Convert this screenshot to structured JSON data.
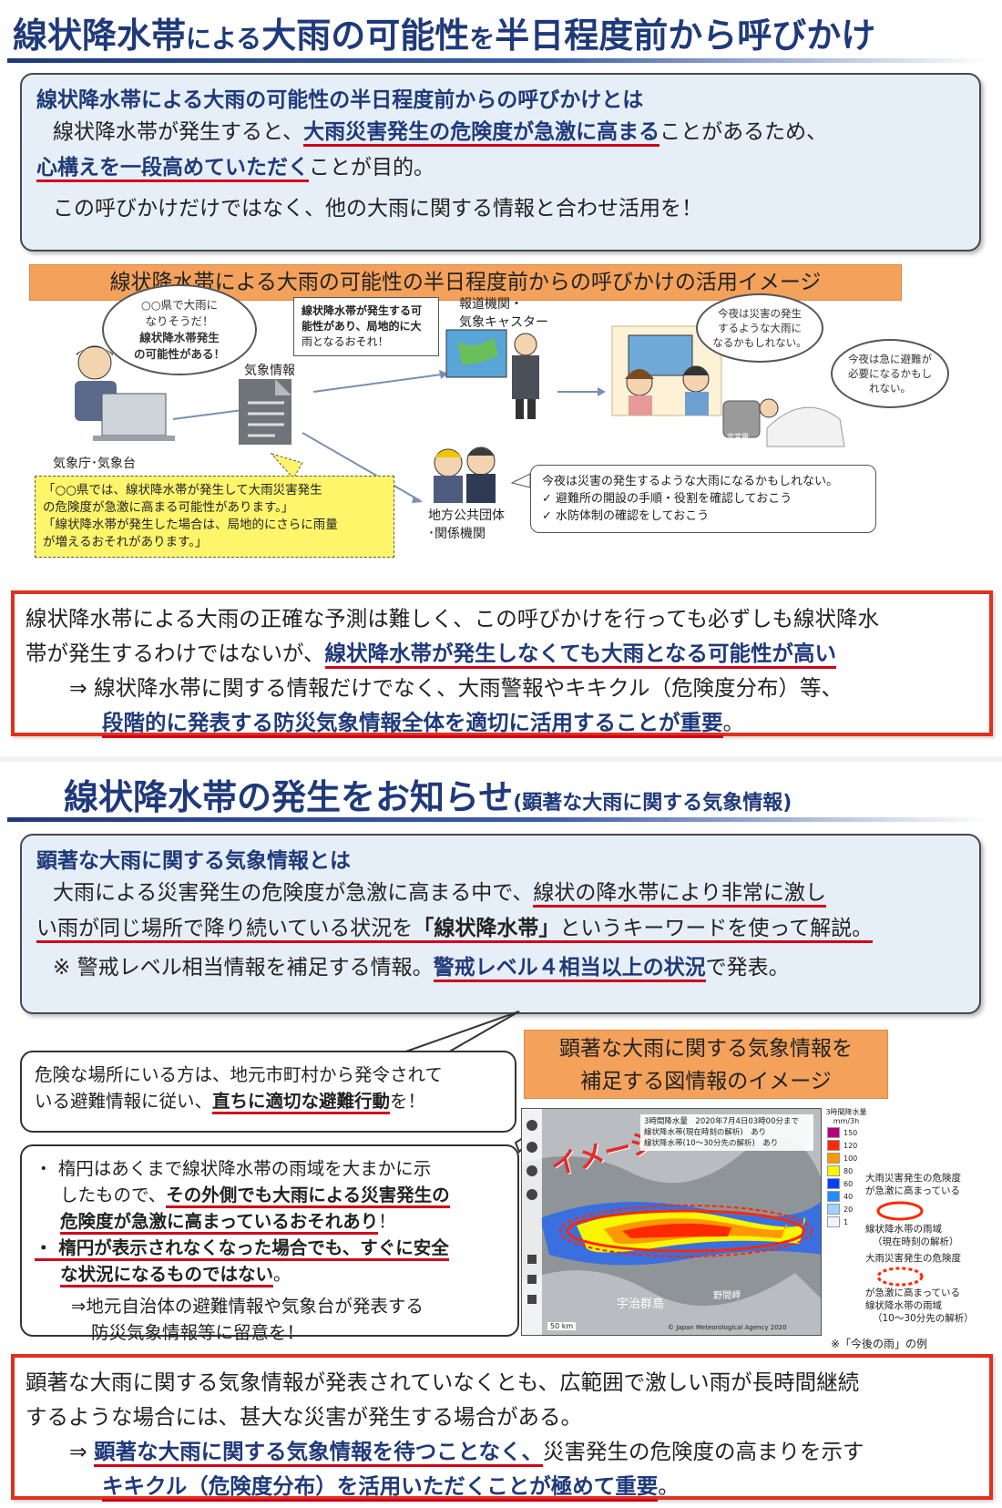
{
  "section1": {
    "title_part1": "線状降水帯",
    "title_part2": "による",
    "title_part3": "大雨の可能性",
    "title_part4": "を",
    "title_part5": "半日程度前から呼びかけ",
    "info_heading": "線状降水帯による大雨の可能性の半日程度前からの呼びかけとは",
    "info_p1_a": "線状降水帯が発生すると、",
    "info_p1_b": "大雨災害発生の危険度が急激に高まる",
    "info_p1_c": "ことがあるため、",
    "info_p2_a": "心構えを一段高めていただく",
    "info_p2_b": "ことが目的。",
    "info_p3": "この呼びかけだけではなく、他の大雨に関する情報と合わせ活用を！",
    "usage_label": "線状降水帯による大雨の可能性の半日程度前からの呼びかけの活用イメージ",
    "diagram": {
      "thought1_l1": "○○県で大雨に",
      "thought1_l2": "なりそうだ！",
      "thought1_l3": "線状降水帯発生",
      "thought1_l4": "の可能性がある！",
      "jma_label": "気象庁･気象台",
      "weather_info_label": "気象情報",
      "media_bubble_l1": "線状降水帯が発生する可",
      "media_bubble_l2": "能性があり、局地的に大",
      "media_bubble_l3": "雨となるおそれ！",
      "media_label_l1": "報道機関・",
      "media_label_l2": "気象キャスター",
      "family_thought1_l1": "今夜は災害の発生",
      "family_thought1_l2": "するような大雨に",
      "family_thought1_l3": "なるかもしれない。",
      "family_thought2_l1": "今夜は急に避難が",
      "family_thought2_l2": "必要になるかもし",
      "family_thought2_l3": "れない。",
      "emergency_bag_label": "非常用",
      "yellow_l1": "「○○県では、線状降水帯が発生して大雨災害発生",
      "yellow_l2": "の危険度が急激に高まる可能性があります。」",
      "yellow_l3": "「線状降水帯が発生した場合は、局地的にさらに雨量",
      "yellow_l4": "が増えるおそれがあります。」",
      "local_gov_l1": "地方公共団体",
      "local_gov_l2": "･関係機関",
      "local_bubble_l1": "今夜は災害の発生するような大雨になるかもしれない。",
      "local_bubble_l2": "✓ 避難所の開設の手順・役割を確認しておこう",
      "local_bubble_l3": "✓ 水防体制の確認をしておこう"
    },
    "red_l1": "線状降水帯による大雨の正確な予測は難しく、この呼びかけを行っても必ずしも線状降水",
    "red_l2_a": "帯が発生するわけではないが、",
    "red_l2_b": "線状降水帯が発生しなくても大雨となる可能性が高い",
    "red_l3": "⇒ 線状降水帯に関する情報だけでなく、大雨警報やキキクル（危険度分布）等、",
    "red_l4_a": "段階的に発表する防災気象情報全体を適切に活用することが重要",
    "red_l4_b": "。"
  },
  "section2": {
    "title_main": "線状降水帯の発生をお知らせ",
    "title_sub": "(顕著な大雨に関する気象情報)",
    "info_heading": "顕著な大雨に関する気象情報とは",
    "info_p1_a": "大雨による災害発生の危険度が急激に高まる中で、",
    "info_p1_b": "線状の降水帯により非常に激し",
    "info_p2_a": "い雨が同じ場所で降り続いている状況を",
    "info_p2_b": "「線状降水帯」",
    "info_p2_c": "というキーワードを使って解説。",
    "info_p3_a": "※ 警戒レベル相当情報を補足する情報。",
    "info_p3_b": "警戒レベル４相当以上の状況",
    "info_p3_c": "で発表。",
    "speech1_l1": "危険な場所にいる方は、地元市町村から発令されて",
    "speech1_l2_a": "いる避難情報に従い、",
    "speech1_l2_b": "直ちに適切な避難行動",
    "speech1_l2_c": "を！",
    "speech2_l1": "・ 楕円はあくまで線状降水帯の雨域を大まかに示",
    "speech2_l2_a": "したもので、",
    "speech2_l2_b": "その外側でも大雨による災害発生の",
    "speech2_l3_a": "危険度が急激に高まっているおそれあり",
    "speech2_l3_b": "！",
    "speech2_l4": "・ 楕円が表示されなくなった場合でも、すぐに安全",
    "speech2_l5": "な状況になるものではない",
    "speech2_l5_b": "。",
    "speech2_l6": "⇒地元自治体の避難情報や気象台が発表する",
    "speech2_l7": "防災気象情報等に留意を！",
    "image_label_l1": "顕著な大雨に関する気象情報を",
    "image_label_l2": "補足する図情報のイメージ",
    "map": {
      "watermark": "イメージ",
      "header_l1": "3時間降水量　2020年7月4日03時00分まで",
      "header_l2": "線状降水帯(現在時刻の解析)　あり",
      "header_l3": "線状降水帯(10〜30分先の解析)　あり",
      "legend_title_l1": "3時間降水量",
      "legend_title_l2": "mm/3h",
      "legend_values": [
        "150",
        "120",
        "100",
        "80",
        "60",
        "40",
        "20",
        "1"
      ],
      "legend_colors": [
        "#b4007d",
        "#ff2800",
        "#ff9900",
        "#faf500",
        "#0041ff",
        "#218cff",
        "#a0d2ff",
        "#f2f2ff"
      ],
      "place_label1": "宇治群島",
      "place_label2": "野間岬",
      "scale_label": "50 km",
      "copyright": "© Japan Meteorological Agency 2020"
    },
    "ellipse_legend1_l1": "大雨災害発生の危険度",
    "ellipse_legend1_l2": "が急激に高まっている",
    "ellipse_legend1_l3": "線状降水帯の雨域",
    "ellipse_legend1_l4": "（現在時刻の解析）",
    "ellipse_legend2_l1": "大雨災害発生の危険度",
    "ellipse_legend2_l2": "が急激に高まっている",
    "ellipse_legend2_l3": "線状降水帯の雨域",
    "ellipse_legend2_l4": "（10〜30分先の解析）",
    "map_note": "※「今後の雨」の例",
    "red_l1": "顕著な大雨に関する気象情報が発表されていなくとも、広範囲で激しい雨が長時間継続",
    "red_l2": "するような場合には、甚大な災害が発生する場合がある。",
    "red_l3_a": "⇒ ",
    "red_l3_b": "顕著な大雨に関する気象情報を待つことなく、",
    "red_l3_c": "災害発生の危険度の高まりを示す",
    "red_l4_a": "キキクル（危険度分布）を活用いただくことが極めて重要",
    "red_l4_b": "。"
  },
  "colors": {
    "title_navy": "#1f3a7a",
    "accent_red": "#d0021b",
    "box_bg": "#e6eef7",
    "orange": "#f3a15b",
    "yellow": "#fff56b"
  }
}
